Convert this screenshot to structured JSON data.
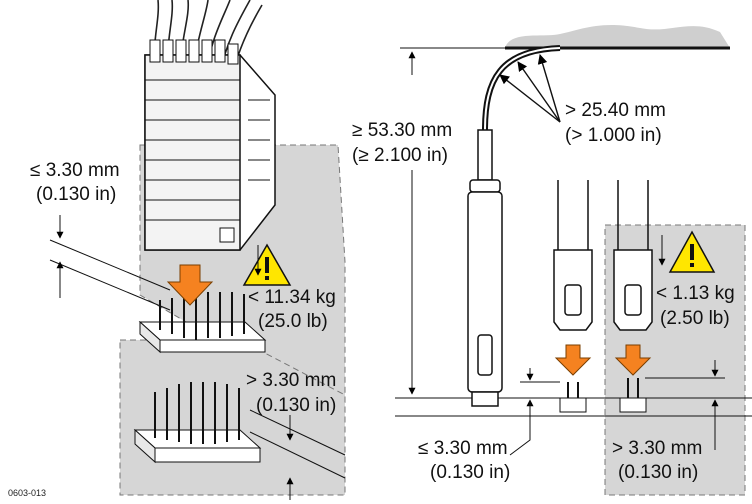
{
  "figure_id": "0603-013",
  "left_panel": {
    "gap_dim_mm": "≤ 3.30 mm",
    "gap_dim_in": "(0.130 in)",
    "force_kg": "< 11.34 kg",
    "force_lb": "(25.0 lb)",
    "pin_dim_mm": "> 3.30 mm",
    "pin_dim_in": "(0.130 in)"
  },
  "right_panel": {
    "height_mm": "≥ 53.30 mm",
    "height_in": "(≥ 2.100 in)",
    "bend_mm": "> 25.40 mm",
    "bend_in": "(> 1.000 in)",
    "force_kg": "< 1.13 kg",
    "force_lb": "(2.50 lb)",
    "low_pin_mm": "≤ 3.30 mm",
    "low_pin_in": "(0.130 in)",
    "high_pin_mm": "> 3.30 mm",
    "high_pin_in": "(0.130 in)"
  },
  "colors": {
    "arrow": "#f58220",
    "warning": "#ffe600",
    "shade": "#d4d4d4",
    "dash": "#777777"
  },
  "icons": [
    "warning-triangle-icon",
    "down-arrow-icon"
  ]
}
